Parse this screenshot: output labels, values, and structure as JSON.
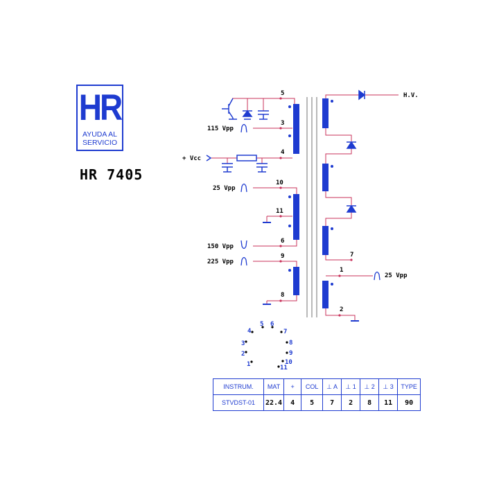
{
  "logo": {
    "letters": "HR",
    "line1": "AYUDA AL",
    "line2": "SERVICIO",
    "color": "#1e3bd0"
  },
  "model": "HR 7405",
  "labels": {
    "hv": "H.V.",
    "vcc": "+ Vcc",
    "v115": "115 Vpp",
    "v25a": "25 Vpp",
    "v150": "150 Vpp",
    "v225": "225 Vpp",
    "v25b": "25 Vpp"
  },
  "pins": [
    "5",
    "3",
    "4",
    "10",
    "11",
    "6",
    "9",
    "8",
    "7",
    "1",
    "2"
  ],
  "socket_pins": [
    "1",
    "2",
    "3",
    "4",
    "5",
    "6",
    "7",
    "8",
    "9",
    "10",
    "11"
  ],
  "table": {
    "headers": [
      "INSTRUM.",
      "MAT",
      "+",
      "COL",
      "⊥ A",
      "⊥ 1",
      "⊥ 2",
      "⊥ 3",
      "TYPE"
    ],
    "values": [
      "STVDST-01",
      "22.4",
      "4",
      "5",
      "7",
      "2",
      "8",
      "11",
      "90"
    ]
  },
  "colors": {
    "winding": "#1e3bd0",
    "wire": "#c8305a",
    "text": "#000000"
  }
}
